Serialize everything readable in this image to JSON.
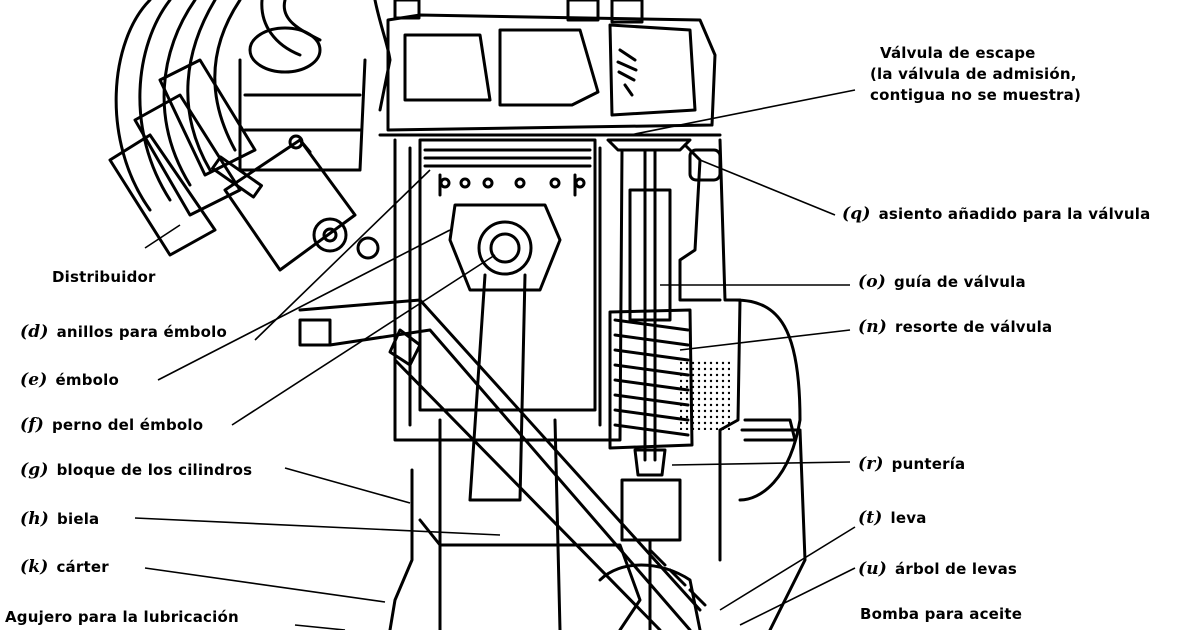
{
  "labels": {
    "valvula_escape": {
      "line1": "Válvula de escape",
      "line2": "(la válvula de admisión,",
      "line3": "contigua no se muestra)"
    },
    "distribuidor": {
      "text": "Distribuidor"
    },
    "q": {
      "key": "(q)",
      "text": "asiento añadido para la válvula"
    },
    "o": {
      "key": "(o)",
      "text": "guía de válvula"
    },
    "n": {
      "key": "(n)",
      "text": "resorte de válvula"
    },
    "d": {
      "key": "(d)",
      "text": "anillos para émbolo"
    },
    "e": {
      "key": "(e)",
      "text": "émbolo"
    },
    "f": {
      "key": "(f)",
      "text": "perno del émbolo"
    },
    "g": {
      "key": "(g)",
      "text": "bloque de los cilindros"
    },
    "h": {
      "key": "(h)",
      "text": "biela"
    },
    "k": {
      "key": "(k)",
      "text": "cárter"
    },
    "r": {
      "key": "(r)",
      "text": "puntería"
    },
    "t": {
      "key": "(t)",
      "text": "leva"
    },
    "u": {
      "key": "(u)",
      "text": "árbol de levas"
    },
    "agujero": {
      "text": "Agujero para la lubricación"
    },
    "bomba": {
      "text": "Bomba para aceite"
    }
  },
  "colors": {
    "ink": "#000000",
    "paper": "#ffffff",
    "stipple": "#000000"
  }
}
